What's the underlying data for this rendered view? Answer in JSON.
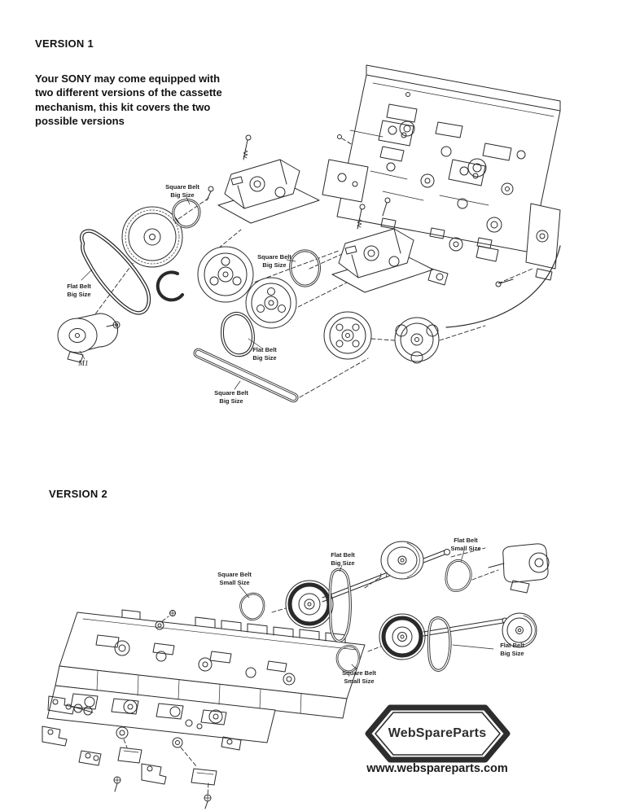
{
  "page": {
    "background": "#ffffff",
    "ink": "#2a2a2a"
  },
  "version1": {
    "heading": "VERSION 1",
    "intro": "Your SONY may come equipped with\ntwo different versions of the cassette\nmechanism, this kit covers the two\npossible versions",
    "motor_label": "M1",
    "belt_labels": [
      {
        "text": "Square Belt\nBig Size"
      },
      {
        "text": "Flat Belt\nBig Size"
      },
      {
        "text": "Square Belt\nBig Size"
      },
      {
        "text": "Flat Belt\nBig Size"
      },
      {
        "text": "Square Belt\nBig Size"
      }
    ]
  },
  "version2": {
    "heading": "VERSION 2",
    "belt_labels": [
      {
        "text": "Square Belt\nSmall Size"
      },
      {
        "text": "Flat Belt\nBig Size"
      },
      {
        "text": "Flat Belt\nSmall Size"
      },
      {
        "text": "Flat Belt\nBig Size"
      },
      {
        "text": "Square Belt\nSmall Size"
      }
    ]
  },
  "branding": {
    "logo_text": "WebSpareParts",
    "website": "www.webspareparts.com"
  }
}
